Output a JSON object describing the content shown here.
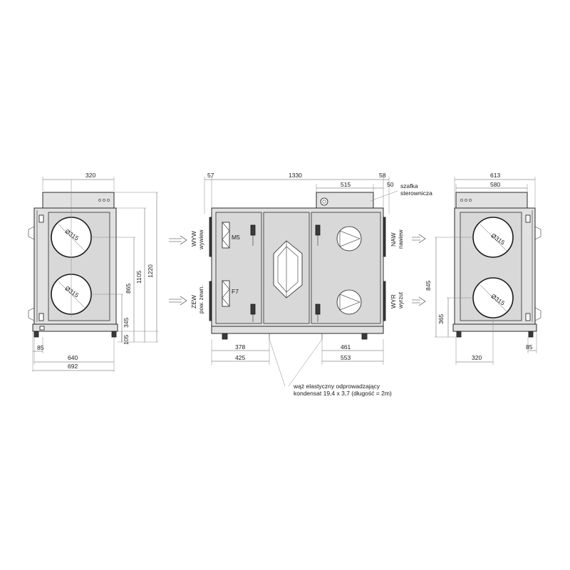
{
  "left_view": {
    "dim_top": "320",
    "dim_right_1220": "1220",
    "dim_right_1105": "1105",
    "dim_right_865": "865",
    "dim_right_345": "345",
    "dim_right_105": "105",
    "dim_bottom_85": "85",
    "dim_bottom_640": "640",
    "dim_bottom_692": "692",
    "duct_top": "Ø315",
    "duct_bottom": "Ø315"
  },
  "middle_view": {
    "dim_57": "57",
    "dim_1330": "1330",
    "dim_58": "58",
    "dim_515": "515",
    "dim_50": "50",
    "cabinet_label_line1": "szafka",
    "cabinet_label_line2": "sterownicza",
    "filter_top": "M5",
    "filter_bottom": "F7",
    "port_wyw_line1": "WYW",
    "port_wyw_line2": "wywiew",
    "port_zew_line1": "ZEW",
    "port_zew_line2": "pow. zewn.",
    "port_naw_line1": "NAW",
    "port_naw_line2": "nawiew",
    "port_wyr_line1": "WYR",
    "port_wyr_line2": "wyrzut",
    "dim_378": "378",
    "dim_425": "425",
    "dim_461": "461",
    "dim_553": "553",
    "hose_note_line1": "wąż elastyczny odprowadzający",
    "hose_note_line2": "kondensat 19,4 x 3,7 (długość = 2m)"
  },
  "right_view": {
    "dim_613": "613",
    "dim_580": "580",
    "dim_845": "845",
    "dim_365": "365",
    "dim_85": "85",
    "dim_320": "320",
    "duct_top": "Ø315",
    "duct_bottom": "Ø315"
  }
}
